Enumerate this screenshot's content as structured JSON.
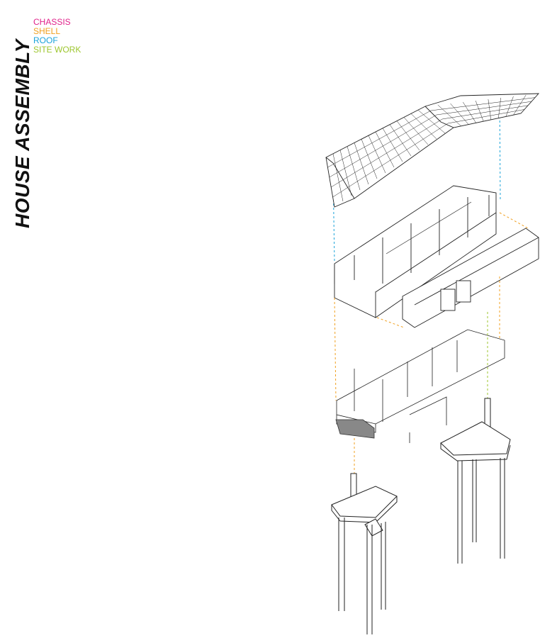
{
  "title": "HOUSE ASSEMBLY",
  "legend": [
    {
      "label": "CHASSIS",
      "color": "#e0218a"
    },
    {
      "label": "SHELL",
      "color": "#f0a020"
    },
    {
      "label": "ROOF",
      "color": "#1aa3d9"
    },
    {
      "label": "SITE WORK",
      "color": "#9dc62e"
    }
  ]
}
